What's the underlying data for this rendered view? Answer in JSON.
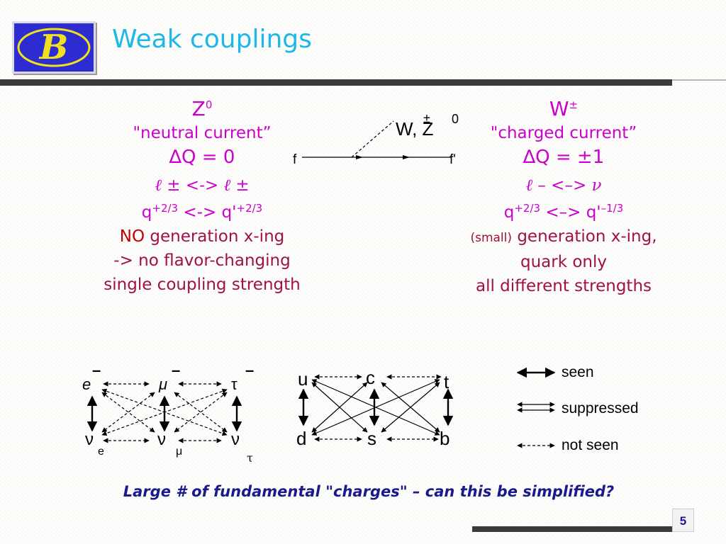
{
  "slide": {
    "title": "Weak couplings",
    "page_number": "5",
    "logo_letter": "B",
    "bottom_question": "Large # of fundamental \"charges\" – can this be simplified?"
  },
  "feynman": {
    "boson_label": "W,  Z",
    "boson_plus": "±",
    "boson_zero": "0",
    "f_in": "f",
    "f_out": "f'"
  },
  "neutral": {
    "boson": "Z",
    "boson_sup": "0",
    "name": "\"neutral current”",
    "delta_q": "∆Q = 0",
    "lepton_line": "ℓ ± <-> ℓ ±",
    "quark_q": "q",
    "quark_sup1": "+2/3",
    "quark_arrow": " <-> q'",
    "quark_sup2": "+2/3",
    "no_word": "NO",
    "gen_text": " generation x-ing",
    "line2": "-> no flavor-changing",
    "line3": "single coupling strength"
  },
  "charged": {
    "boson": "W",
    "boson_sup": "±",
    "name": "\"charged current”",
    "delta_q": "∆Q = ±1",
    "lepton_line": "ℓ – <–> ν",
    "quark_q": "q",
    "quark_sup1": "+2/3",
    "quark_arrow": " <–> q'",
    "quark_sup2": "–1/3",
    "small_word": "(small)",
    "gen_text": " generation x-ing,",
    "line2": "quark only",
    "line3": "all different strengths"
  },
  "leptons": {
    "top": [
      "e",
      "μ",
      "τ"
    ],
    "top_bar": "–",
    "bottom": [
      "ν",
      "ν",
      "ν"
    ],
    "bottom_sub": [
      "e",
      "μ",
      "τ"
    ]
  },
  "quarks": {
    "top": [
      "u",
      "c",
      "t"
    ],
    "bottom": [
      "d",
      "s",
      "b"
    ]
  },
  "legend": {
    "seen": "seen",
    "suppressed": "suppressed",
    "not_seen": "not seen"
  },
  "colors": {
    "title": "#1fb7e8",
    "magenta": "#cc00cc",
    "red": "#c00000",
    "navy": "#1a1a8c",
    "logo_bg": "#2c2cd0",
    "logo_letter": "#f0e020"
  }
}
